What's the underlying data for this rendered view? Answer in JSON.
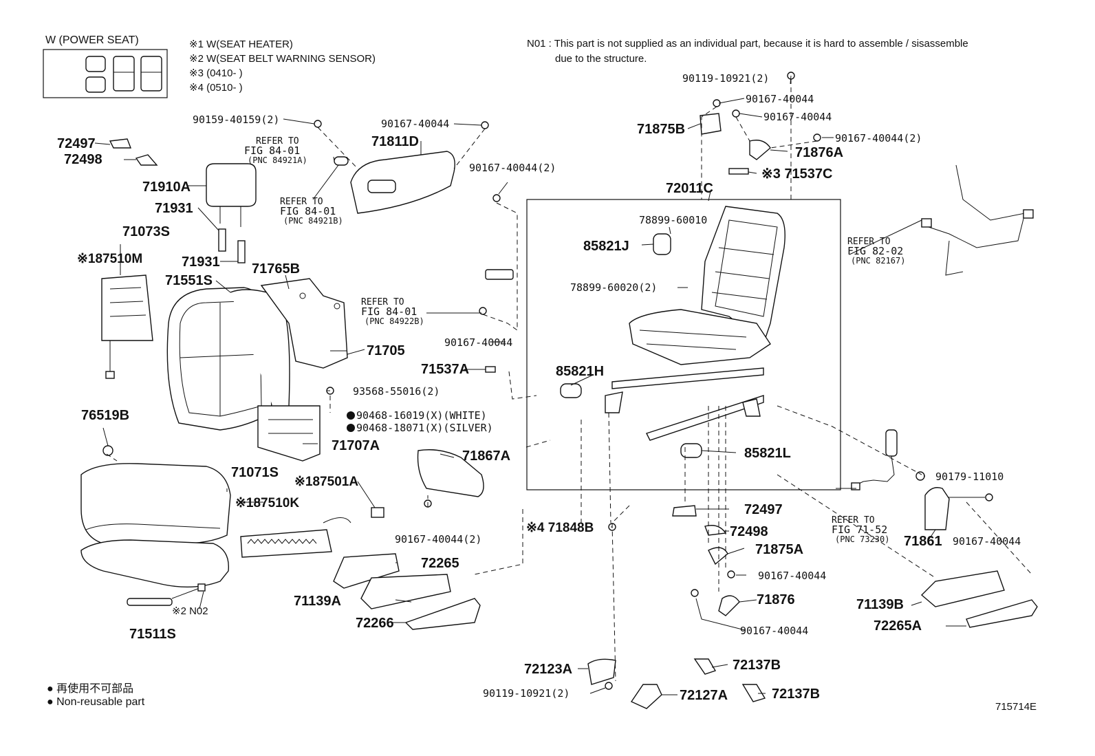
{
  "header": {
    "power_seat_title": "W (POWER SEAT)",
    "notes": [
      "※1 W(SEAT HEATER)",
      "※2 W(SEAT BELT WARNING SENSOR)",
      "※3 (0410-    )",
      "※4 (0510-    )"
    ],
    "n01_line1": "N01 : This part is not supplied as an individual part, because it is hard to assemble / sisassemble",
    "n01_line2": "due to the structure."
  },
  "legend": {
    "line1": "● 再使用不可部品",
    "line2": "● Non-reusable part"
  },
  "figure_code": "715714E",
  "refers": {
    "r1": [
      "REFER TO",
      "FIG 84-01",
      "(PNC 84921A)"
    ],
    "r2": [
      "REFER TO",
      "FIG 84-01",
      "(PNC 84921B)"
    ],
    "r3": [
      "REFER TO",
      "FIG 84-01",
      "(PNC 84922B)"
    ],
    "r4": [
      "REFER TO",
      "FIG 82-02",
      "(PNC 82167)"
    ],
    "r5": [
      "REFER TO",
      "FIG 71-52",
      "(PNC 73230)"
    ]
  },
  "parts": {
    "p72497a": "72497",
    "p72498a": "72498",
    "p71910A": "71910A",
    "p71931a": "71931",
    "p71931b": "71931",
    "p71073S": "71073S",
    "p87510M": "※187510M",
    "p71551S": "71551S",
    "p71765B": "71765B",
    "p71705": "71705",
    "p93568": "93568-55016(2)",
    "p76519B": "76519B",
    "p90468a": "90468-16019(X)(WHITE)",
    "p90468b": "90468-18071(X)(SILVER)",
    "p71707A": "71707A",
    "p71071S": "71071S",
    "p87501A": "※187501A",
    "p87510K": "※187510K",
    "p71511S": "71511S",
    "p2N02": "※2 N02",
    "p90159": "90159-40159(2)",
    "p90167top": "90167-40044",
    "p71811D": "71811D",
    "p90167x2a": "90167-40044(2)",
    "p90167b": "90167-40044",
    "p71537A": "71537A",
    "p71867A": "71867A",
    "p90167x2b": "90167-40044(2)",
    "p72265": "72265",
    "p71139A": "71139A",
    "p72266": "72266",
    "p90119top": "90119-10921(2)",
    "p90167c": "90167-40044",
    "p90167d": "90167-40044",
    "p71875B": "71875B",
    "p90167x2c": "90167-40044(2)",
    "p71876A": "71876A",
    "p71537C": "※3 71537C",
    "p72011C": "72011C",
    "p78899a": "78899-60010",
    "p85821J": "85821J",
    "p78899b": "78899-60020(2)",
    "p85821H": "85821H",
    "p85821L": "85821L",
    "p71848B": "※4 71848B",
    "p72497b": "72497",
    "p72498b": "72498",
    "p71875A": "71875A",
    "p90167e": "90167-40044",
    "p71876": "71876",
    "p90167f": "90167-40044",
    "p90179": "90179-11010",
    "p71861": "71861",
    "p90167g": "90167-40044",
    "p71139B": "71139B",
    "p72265A": "72265A",
    "p72123A": "72123A",
    "p90119bot": "90119-10921(2)",
    "p72127A": "72127A",
    "p72137Ba": "72137B",
    "p72137Bb": "72137B"
  }
}
